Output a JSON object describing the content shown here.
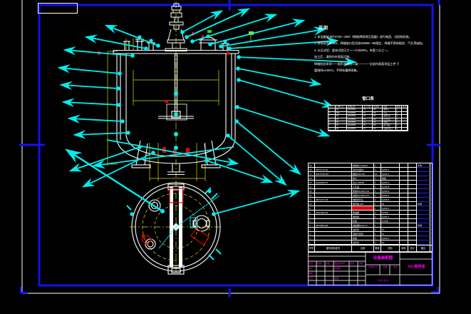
{
  "app": {
    "type": "cad-assembly-drawing"
  },
  "colors": {
    "frame_blue": "#1212ee",
    "leader_cyan": "#00eeee",
    "dim_yellow": "#d8d800",
    "line_white": "#ffffff",
    "weld_red": "#e00000",
    "title_magenta": "#ff00ff"
  },
  "notes": {
    "title": "说明",
    "lines": [
      "1. 本设备按JB/T4735—1997《钢制焊接常压容器》进行制造、试验和验收。",
      "2. 焊条采用E4303，焊缝坡口型式按GB985—88规定，焊缝不得有裂纹、气孔等缺陷。",
      "3. 水压试验：釜体试验压力——0.25MPa，夹套二分之一。",
      "加工后，清除内外表面污物。",
      "焊缝检验采用——超声波探伤二级————全部内表面涂层工件 于",
      "缓蚀剂≥4.6mm，不得有漏焊现象。"
    ]
  },
  "nozzle_table": {
    "title": "管口表",
    "headers": [
      "符号",
      "公称尺寸",
      "连接标准",
      "法兰型式",
      "密封面",
      "用途",
      "数量",
      "备注"
    ],
    "rows": [
      [
        "a",
        "50",
        "HG20593",
        "PL",
        "RF",
        "进料口",
        "1",
        ""
      ],
      [
        "b",
        "500",
        "HG20593",
        "PL",
        "RF",
        "人孔",
        "1",
        ""
      ],
      [
        "c",
        "50",
        "HG20593",
        "PL",
        "RF",
        "温度计口",
        "1",
        ""
      ],
      [
        "d",
        "40",
        "HG20593",
        "PL",
        "RF",
        "压力表口",
        "1",
        ""
      ],
      [
        "e",
        "80",
        "HG20593",
        "PL",
        "RF",
        "出料口",
        "1",
        ""
      ],
      [
        "f",
        "50",
        "HG20593",
        "PL",
        "RF",
        "蒸汽进口",
        "1",
        ""
      ],
      [
        "g",
        "50",
        "HG20593",
        "PL",
        "RF",
        "冷凝水出口",
        "1",
        ""
      ]
    ]
  },
  "bom_table": {
    "headers": [
      "件号",
      "图号或标准号",
      "名称",
      "数量",
      "材料",
      "单件",
      "总计",
      "备注"
    ],
    "rows": [
      {
        "no": "19",
        "std": "",
        "name": "电动机Y112M-6",
        "qty": "1",
        "mat": "",
        "u": "",
        "t": "",
        "note": "外购",
        "red": false
      },
      {
        "no": "18",
        "std": "JB/T4712-92",
        "name": "耳式支座B3",
        "qty": "4",
        "mat": "Q235-A",
        "u": "",
        "t": "",
        "note": "",
        "red": false
      },
      {
        "no": "17",
        "std": "GB/T5782-86",
        "name": "螺栓M16×50",
        "qty": "24",
        "mat": "Q235-A",
        "u": "",
        "t": "",
        "note": "",
        "red": false
      },
      {
        "no": "16",
        "std": "",
        "name": "垫片",
        "qty": "2",
        "mat": "橡胶",
        "u": "",
        "t": "",
        "note": "",
        "red": false
      },
      {
        "no": "15",
        "std": "HG20593-97",
        "name": "法兰 DN500",
        "qty": "1",
        "mat": "Q235-A",
        "u": "",
        "t": "",
        "note": "",
        "red": false
      },
      {
        "no": "14",
        "std": "",
        "name": "人孔盖",
        "qty": "1",
        "mat": "Q235-B",
        "u": "",
        "t": "",
        "note": "",
        "red": false
      },
      {
        "no": "13",
        "std": "",
        "name": "筒体DN1200 δ=8",
        "qty": "1",
        "mat": "Q235-B",
        "u": "",
        "t": "",
        "note": "",
        "red": false
      },
      {
        "no": "12",
        "std": "",
        "name": "夹套DN1300 δ=6",
        "qty": "1",
        "mat": "Q235-A",
        "u": "",
        "t": "",
        "note": "",
        "red": false
      },
      {
        "no": "11",
        "std": "JB/T4737-95",
        "name": "椭圆形封头",
        "qty": "2",
        "mat": "Q235-B",
        "u": "",
        "t": "",
        "note": "",
        "red": false
      },
      {
        "no": "10",
        "std": "",
        "name": "搅拌轴 φ50",
        "qty": "1",
        "mat": "45",
        "u": "",
        "t": "",
        "note": "外购",
        "red": false
      },
      {
        "no": "9",
        "std": "",
        "name": "桨式搅拌器",
        "qty": "1",
        "mat": "Q235-A",
        "u": "",
        "t": "",
        "note": "",
        "red": true
      },
      {
        "no": "8",
        "std": "HG21563-95",
        "name": "联轴器",
        "qty": "1",
        "mat": "HT200",
        "u": "",
        "t": "",
        "note": "",
        "red": false
      },
      {
        "no": "7",
        "std": "",
        "name": "填料箱",
        "qty": "1",
        "mat": "Q235-A",
        "u": "",
        "t": "",
        "note": "",
        "red": false
      },
      {
        "no": "6",
        "std": "",
        "name": "机架",
        "qty": "1",
        "mat": "HT200",
        "u": "",
        "t": "",
        "note": "",
        "red": false
      },
      {
        "no": "5",
        "std": "JB/T8853-99",
        "name": "减速器BLD2-17",
        "qty": "1",
        "mat": "",
        "u": "",
        "t": "",
        "note": "外购",
        "red": false
      },
      {
        "no": "4",
        "std": "",
        "name": "进料管",
        "qty": "1",
        "mat": "20",
        "u": "",
        "t": "",
        "note": "",
        "red": false
      },
      {
        "no": "3",
        "std": "",
        "name": "温度计套管",
        "qty": "1",
        "mat": "20",
        "u": "",
        "t": "",
        "note": "",
        "red": false
      },
      {
        "no": "2",
        "std": "",
        "name": "挡板",
        "qty": "4",
        "mat": "Q235-A",
        "u": "",
        "t": "",
        "note": "",
        "red": false
      },
      {
        "no": "1",
        "std": "",
        "name": "出料管",
        "qty": "1",
        "mat": "20",
        "u": "",
        "t": "",
        "note": "",
        "red": false
      }
    ]
  },
  "title_block": {
    "drawing_title": "设备装配图",
    "product_name": "2m³搅拌釜",
    "mark": "标记",
    "count": "处数",
    "zone": "分区",
    "change_file": "更改文件号",
    "sign": "签名",
    "date": "日期",
    "design": "设计",
    "standardize": "标准化",
    "audit": "审核",
    "process": "工艺",
    "approve": "批准",
    "stage_label": "阶段标记",
    "mass_label": "质量",
    "scale_label": "比例",
    "sheet_text": "共 张 第 张"
  }
}
